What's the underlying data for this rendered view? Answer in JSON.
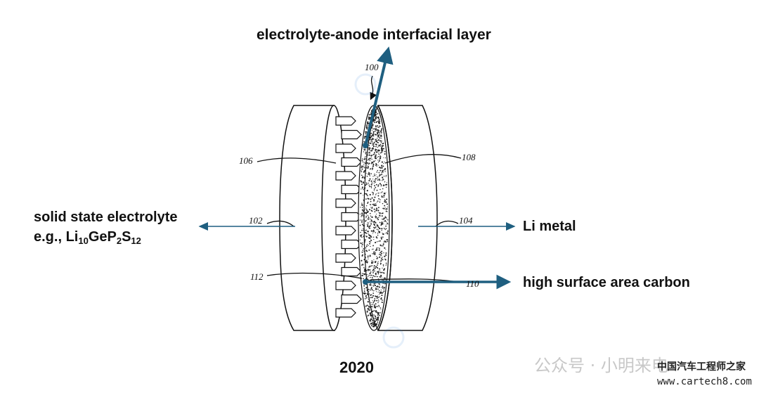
{
  "labels": {
    "interfacial_layer": "electrolyte-anode interfacial layer",
    "solid_electrolyte_line1": "solid state electrolyte",
    "solid_electrolyte_prefix": "e.g., Li",
    "sub_10": "10",
    "ge_p": "GeP",
    "sub_2": "2",
    "s": "S",
    "sub_12": "12",
    "li_metal": "Li metal",
    "carbon": "high surface area carbon",
    "year": "2020"
  },
  "refs": {
    "r100": "100",
    "r102": "102",
    "r104": "104",
    "r106": "106",
    "r108": "108",
    "r110": "110",
    "r112": "112"
  },
  "watermark": {
    "wechat": "公众号 · 小明来电",
    "site_name": "中国汽车工程师之家",
    "site_url": "www.cartech8.com"
  },
  "colors": {
    "arrow_blue": "#1f5f80",
    "line": "#111111",
    "stipple": "#222222"
  }
}
